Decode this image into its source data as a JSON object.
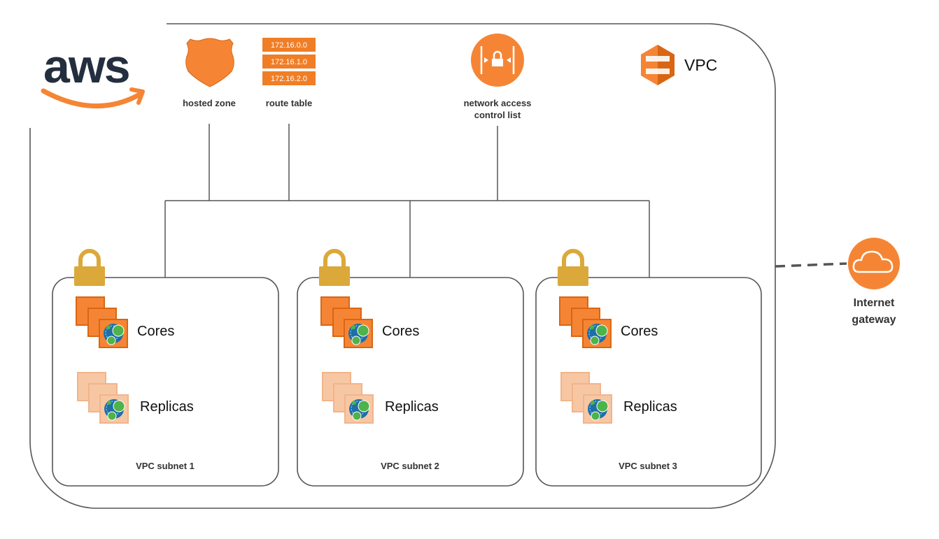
{
  "logo": {
    "text": "aws",
    "icon": "aws-smile-logo"
  },
  "vpc": {
    "label": "VPC",
    "icon": "vpc-icon"
  },
  "top_components": {
    "hosted_zone": {
      "label": "hosted zone",
      "icon": "shield-icon"
    },
    "route_table": {
      "label": "route table",
      "icon": "route-table-icon",
      "entries": [
        "172.16.0.0",
        "172.16.1.0",
        "172.16.2.0"
      ]
    },
    "nacl": {
      "label_line1": "network access",
      "label_line2": "control list",
      "icon": "network-acl-icon"
    }
  },
  "subnets": [
    {
      "label": "VPC subnet 1",
      "cores_label": "Cores",
      "replicas_label": "Replicas"
    },
    {
      "label": "VPC subnet 2",
      "cores_label": "Cores",
      "replicas_label": "Replicas"
    },
    {
      "label": "VPC subnet 3",
      "cores_label": "Cores",
      "replicas_label": "Replicas"
    }
  ],
  "internet_gateway": {
    "label_line1": "Internet",
    "label_line2": "gateway",
    "icon": "cloud-icon"
  },
  "colors": {
    "aws_orange": "#f58534",
    "aws_dark_orange": "#d86613",
    "route_orange": "#f07e26",
    "lock_gold": "#dba83a",
    "replica_peach": "#f7c7a4",
    "neo4j_blue": "#1f6ea8",
    "neo4j_green": "#4db34a",
    "line_gray": "#555555"
  }
}
